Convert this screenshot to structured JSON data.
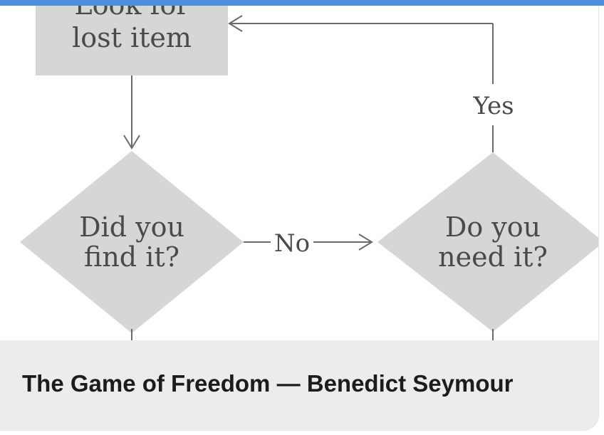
{
  "flowchart": {
    "box_lines": [
      "Look for",
      "lost item"
    ],
    "decision_left": [
      "Did you",
      "find it?"
    ],
    "decision_right": [
      "Do you",
      "need it?"
    ],
    "edge_no": "No",
    "edge_yes": "Yes"
  },
  "caption": {
    "title": "The Game of Freedom — Benedict Seymour"
  },
  "colors": {
    "accent_bar": "#4f8fe0",
    "shape_fill": "#d6d6d6",
    "caption_bg": "#ececec"
  }
}
